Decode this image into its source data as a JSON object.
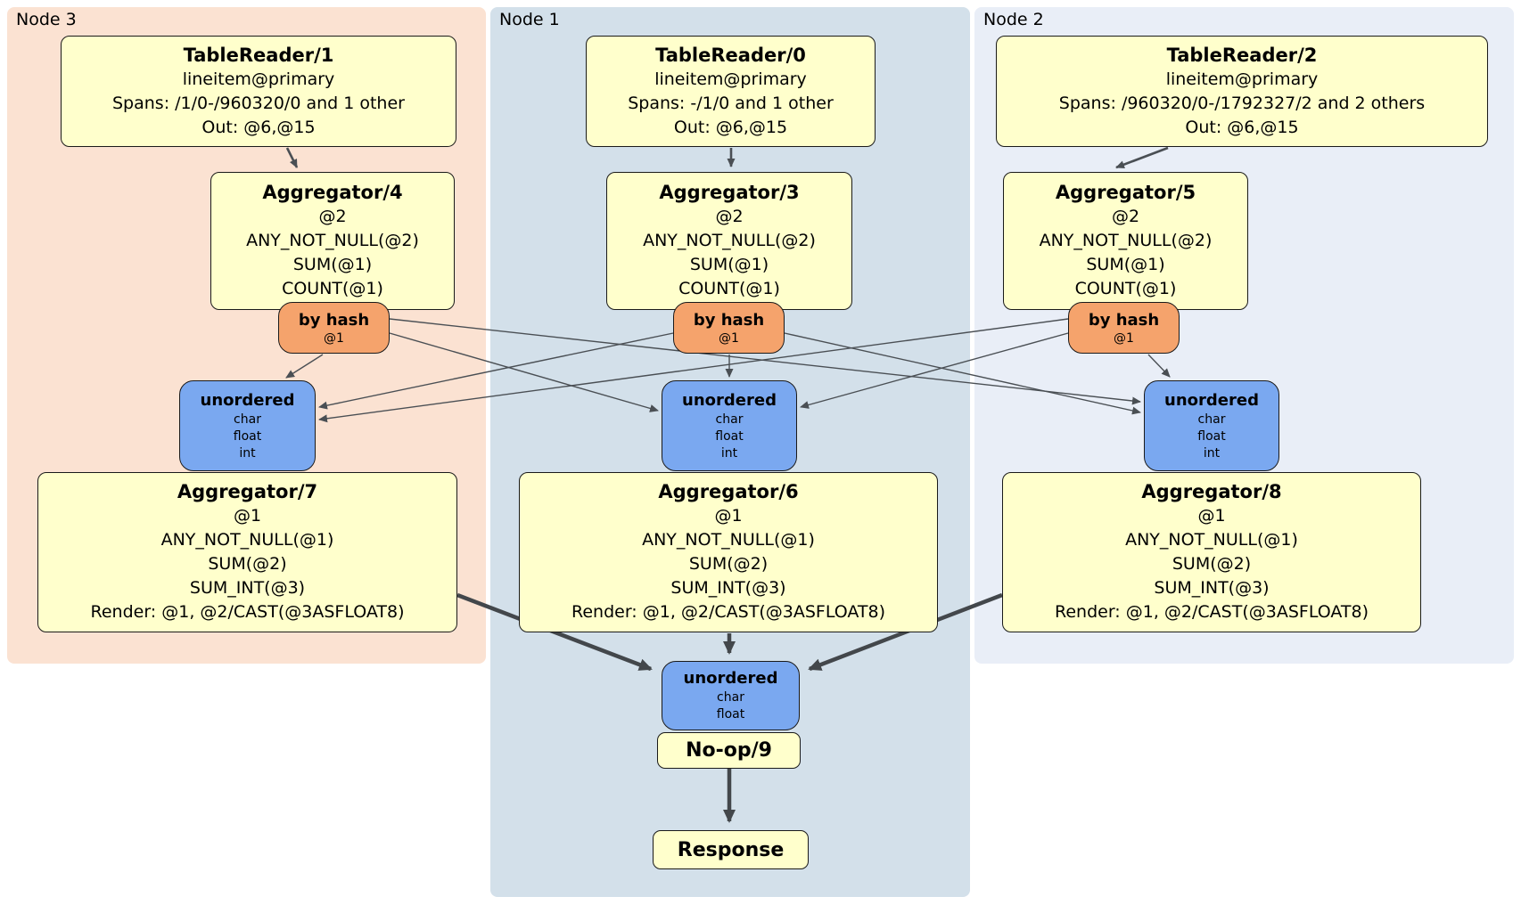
{
  "colors": {
    "processor_fill": "#FFFFCC",
    "router_fill": "#F5A36C",
    "sync_fill": "#7AA8F0",
    "node3_region_bg": "#FBE2D2",
    "node1_region_bg": "#D3E0EA",
    "node2_region_bg": "#E9EEF7",
    "edge": "#4A4F54",
    "box_border": "#1A1A1A"
  },
  "nodes": [
    {
      "label": "Node 3",
      "table_reader": {
        "title": "TableReader/1",
        "lines": [
          "lineitem@primary",
          "Spans: /1/0-/960320/0 and 1 other",
          "Out: @6,@15"
        ]
      },
      "aggregator_top": {
        "title": "Aggregator/4",
        "lines": [
          "@2",
          "ANY_NOT_NULL(@2)",
          "SUM(@1)",
          "COUNT(@1)"
        ]
      },
      "router": {
        "title": "by hash",
        "lines": [
          "@1"
        ]
      },
      "sync": {
        "title": "unordered",
        "lines": [
          "char",
          "float",
          "int"
        ]
      },
      "aggregator_bottom": {
        "title": "Aggregator/7",
        "lines": [
          "@1",
          "ANY_NOT_NULL(@1)",
          "SUM(@2)",
          "SUM_INT(@3)",
          "Render: @1, @2/CAST(@3ASFLOAT8)"
        ]
      }
    },
    {
      "label": "Node 1",
      "table_reader": {
        "title": "TableReader/0",
        "lines": [
          "lineitem@primary",
          "Spans: -/1/0 and 1 other",
          "Out: @6,@15"
        ]
      },
      "aggregator_top": {
        "title": "Aggregator/3",
        "lines": [
          "@2",
          "ANY_NOT_NULL(@2)",
          "SUM(@1)",
          "COUNT(@1)"
        ]
      },
      "router": {
        "title": "by hash",
        "lines": [
          "@1"
        ]
      },
      "sync": {
        "title": "unordered",
        "lines": [
          "char",
          "float",
          "int"
        ]
      },
      "aggregator_bottom": {
        "title": "Aggregator/6",
        "lines": [
          "@1",
          "ANY_NOT_NULL(@1)",
          "SUM(@2)",
          "SUM_INT(@3)",
          "Render: @1, @2/CAST(@3ASFLOAT8)"
        ]
      }
    },
    {
      "label": "Node 2",
      "table_reader": {
        "title": "TableReader/2",
        "lines": [
          "lineitem@primary",
          "Spans: /960320/0-/1792327/2 and 2 others",
          "Out: @6,@15"
        ]
      },
      "aggregator_top": {
        "title": "Aggregator/5",
        "lines": [
          "@2",
          "ANY_NOT_NULL(@2)",
          "SUM(@1)",
          "COUNT(@1)"
        ]
      },
      "router": {
        "title": "by hash",
        "lines": [
          "@1"
        ]
      },
      "sync": {
        "title": "unordered",
        "lines": [
          "char",
          "float",
          "int"
        ]
      },
      "aggregator_bottom": {
        "title": "Aggregator/8",
        "lines": [
          "@1",
          "ANY_NOT_NULL(@1)",
          "SUM(@2)",
          "SUM_INT(@3)",
          "Render: @1, @2/CAST(@3ASFLOAT8)"
        ]
      }
    }
  ],
  "final": {
    "sync": {
      "title": "unordered",
      "lines": [
        "char",
        "float"
      ]
    },
    "noop_label": "No-op/9",
    "response_label": "Response"
  }
}
